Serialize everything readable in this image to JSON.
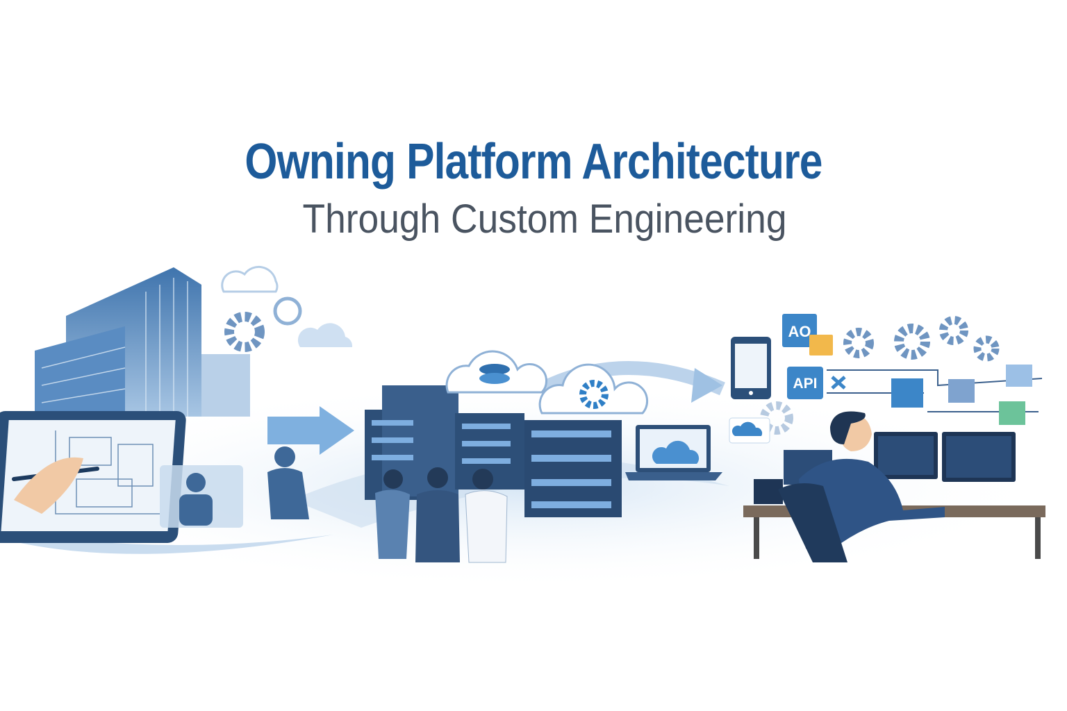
{
  "header": {
    "title": "Owning Platform Architecture",
    "subtitle": "Through Custom Engineering"
  },
  "illustration": {
    "badges": {
      "ao": "AO",
      "api": "API"
    },
    "colors": {
      "title": "#1d5b9a",
      "subtitle": "#4a5461",
      "primary": "#2e5e93",
      "accent": "#4a90d0",
      "light": "#dce9f5",
      "yellow": "#f2b84b",
      "green": "#6cc39a"
    }
  }
}
